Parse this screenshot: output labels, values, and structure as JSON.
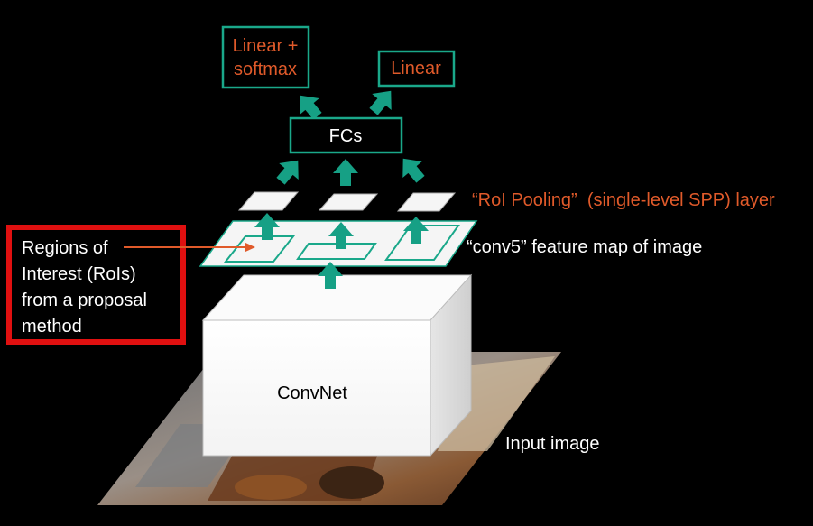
{
  "colors": {
    "background": "#000000",
    "accent_orange": "#e05a2a",
    "teal": "#16a085",
    "teal_border": "#1aa88a",
    "highlight_red": "#e01010",
    "white": "#ffffff"
  },
  "labels": {
    "linear_softmax_line1": "Linear +",
    "linear_softmax_line2": "softmax",
    "linear": "Linear",
    "fcs": "FCs",
    "roi_pooling": "“RoI Pooling”  (single-level SPP) layer",
    "feature_map": "“conv5” feature map of image",
    "regions_line1": "Regions of",
    "regions_line2": "Interest (RoIs)",
    "regions_line3": "from a proposal",
    "regions_line4": "method",
    "convnet": "ConvNet",
    "input_image": "Input image"
  },
  "icons": [
    "up-arrow-icon",
    "diagonal-arrow-icon"
  ]
}
